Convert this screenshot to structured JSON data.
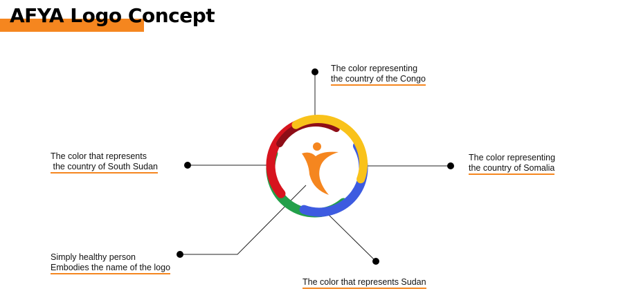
{
  "title": "AFYA Logo Concept",
  "colors": {
    "accent": "#F5861F",
    "yellow": "#F9C21A",
    "blue": "#3D5BE0",
    "green": "#23A04A",
    "red": "#D7141E",
    "dark_red": "#8E0E17",
    "person": "#F5861F"
  },
  "annotations": {
    "congo": {
      "line1": "The color representing",
      "line2": "the country of the Congo"
    },
    "south_sudan": {
      "line1": "The color that represents",
      "line2": " the country of South Sudan"
    },
    "somalia": {
      "line1": "The color representing",
      "line2": "the country of Somalia"
    },
    "person": {
      "line1": "Simply healthy person",
      "line2": "Embodies the name of the logo"
    },
    "sudan": {
      "line1": "The color that represents Sudan"
    }
  }
}
